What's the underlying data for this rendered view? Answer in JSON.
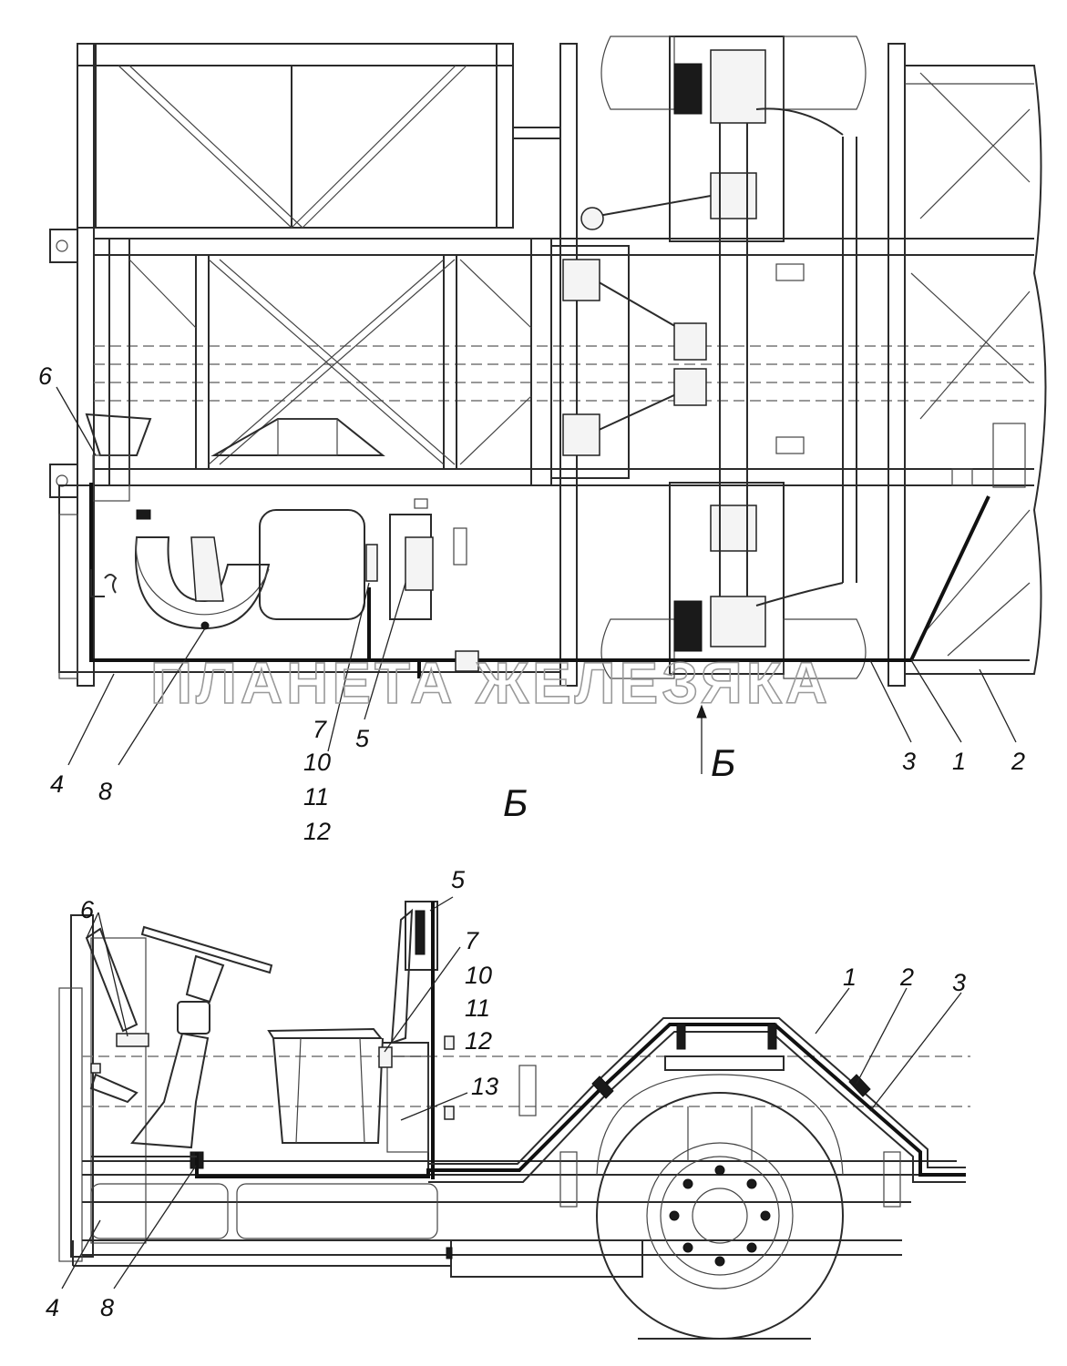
{
  "watermark": "ПЛАНЕТА ЖЕЛЕЗЯКА",
  "section_view_arrow_label": "Б",
  "section_view_title": "Б",
  "top_view": {
    "callouts": [
      {
        "id": "6",
        "label": "6"
      },
      {
        "id": "4",
        "label": "4"
      },
      {
        "id": "8",
        "label": "8"
      },
      {
        "id": "7",
        "label": "7"
      },
      {
        "id": "10",
        "label": "10"
      },
      {
        "id": "11",
        "label": "11"
      },
      {
        "id": "12",
        "label": "12"
      },
      {
        "id": "5",
        "label": "5"
      },
      {
        "id": "3",
        "label": "3"
      },
      {
        "id": "1",
        "label": "1"
      },
      {
        "id": "2",
        "label": "2"
      }
    ]
  },
  "side_view": {
    "callouts": [
      {
        "id": "6",
        "label": "6"
      },
      {
        "id": "5",
        "label": "5"
      },
      {
        "id": "7",
        "label": "7"
      },
      {
        "id": "10",
        "label": "10"
      },
      {
        "id": "11",
        "label": "11"
      },
      {
        "id": "12",
        "label": "12"
      },
      {
        "id": "1",
        "label": "1"
      },
      {
        "id": "2",
        "label": "2"
      },
      {
        "id": "3",
        "label": "3"
      },
      {
        "id": "13",
        "label": "13"
      },
      {
        "id": "4",
        "label": "4"
      },
      {
        "id": "8",
        "label": "8"
      }
    ]
  }
}
